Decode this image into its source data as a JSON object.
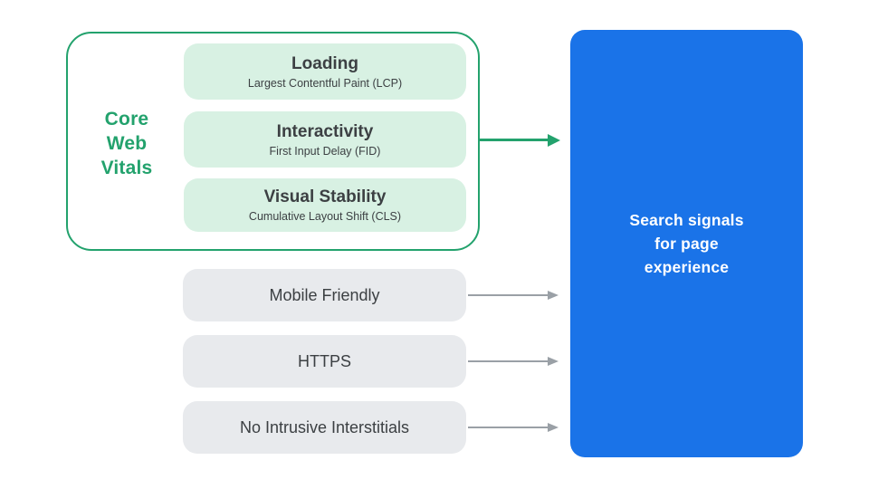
{
  "colors": {
    "green": "#23A26D",
    "green_light": "#D8F1E3",
    "blue": "#1A73E8",
    "gray_box": "#E8EAED",
    "arrow_gray": "#9AA0A6",
    "text_dark": "#3C4043",
    "white": "#FFFFFF"
  },
  "core_web_vitals": {
    "label_lines": [
      "Core",
      "Web",
      "Vitals"
    ],
    "items": [
      {
        "title": "Loading",
        "subtitle": "Largest Contentful Paint (LCP)"
      },
      {
        "title": "Interactivity",
        "subtitle": "First Input Delay (FID)"
      },
      {
        "title": "Visual Stability",
        "subtitle": "Cumulative Layout Shift (CLS)"
      }
    ]
  },
  "other_signals": [
    {
      "label": "Mobile Friendly"
    },
    {
      "label": "HTTPS"
    },
    {
      "label": "No Intrusive Interstitials"
    }
  ],
  "result_box": {
    "label_lines": [
      "Search signals",
      "for page",
      "experience"
    ]
  }
}
